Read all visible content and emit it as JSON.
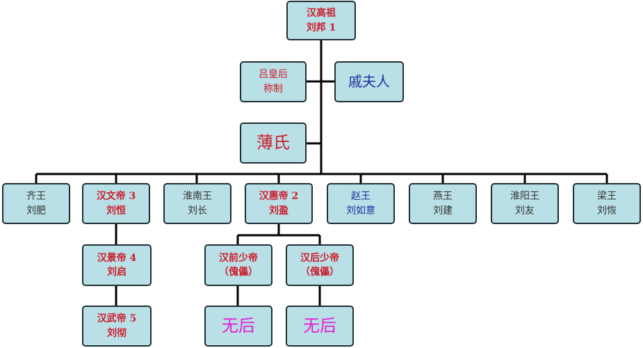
{
  "nodes": {
    "gaozu": {
      "line1": "汉高祖",
      "line2": "刘邦 1"
    },
    "lv": {
      "line1": "吕皇后",
      "line2": "称制"
    },
    "qi_furen": {
      "line1": "戚夫人"
    },
    "bo": {
      "line1": "薄氏"
    },
    "qi_wang": {
      "line1": "齐王",
      "line2": "刘肥"
    },
    "wendi": {
      "line1": "汉文帝 3",
      "line2": "刘恒"
    },
    "huainan": {
      "line1": "淮南王",
      "line2": "刘长"
    },
    "huidi": {
      "line1": "汉惠帝 2",
      "line2": "刘盈"
    },
    "zhao": {
      "line1": "赵王",
      "line2": "刘如意"
    },
    "yan": {
      "line1": "燕王",
      "line2": "刘建"
    },
    "huaiyang": {
      "line1": "淮阳王",
      "line2": "刘友"
    },
    "liang": {
      "line1": "梁王",
      "line2": "刘恢"
    },
    "jingdi": {
      "line1": "汉景帝 4",
      "line2": "刘启"
    },
    "wudi": {
      "line1": "汉武帝 5",
      "line2": "刘彻"
    },
    "qian_shaodi": {
      "line1": "汉前少帝",
      "line2": "（傀儡）"
    },
    "hou_shaodi": {
      "line1": "汉后少帝",
      "line2": "（傀儡）"
    },
    "no_heir_1": {
      "line1": "无后"
    },
    "no_heir_2": {
      "line1": "无后"
    }
  }
}
